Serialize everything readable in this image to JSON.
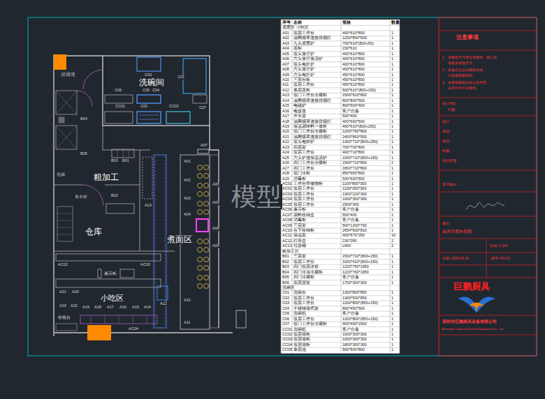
{
  "diagram": {
    "labels": [
      "排烟道",
      "洗碗间",
      "C03",
      "C01",
      "C06",
      "C05",
      "C04",
      "CC01",
      "C02",
      "CC02",
      "C07",
      "B04",
      "B05",
      "B03",
      "B01",
      "粗加工",
      "地漏",
      "更衣柜",
      "B02",
      "仓库",
      "A07",
      "A01",
      "A02",
      "A03",
      "A04",
      "A05",
      "A06",
      "A08",
      "A09",
      "煮面区",
      "A13",
      "AC02",
      "AC03",
      "展示柜",
      "小吃区",
      "A21",
      "A20",
      "A12",
      "A10",
      "A23",
      "A19",
      "A18",
      "A17",
      "A16",
      "A15",
      "A14",
      "A22",
      "收银台",
      "A11",
      "AC04",
      "模型",
      "序号",
      "名称",
      "规格",
      "数量",
      "煮面区 小吃区",
      "A01",
      "双层工作台",
      "400*610*800",
      "1",
      "A02",
      "油网烟罩连接排烟灯",
      "1200*800*500",
      "1",
      "A03",
      "九头煮面炉",
      "700*610*(800+50)",
      "1",
      "A04",
      "蒸柜",
      "230*610",
      "1",
      "A05",
      "双头煲仔炉",
      "400*610*800",
      "1",
      "A06",
      "六头煲仔煲汤炉",
      "400*610*800",
      "1",
      "A07",
      "双头电扒炉",
      "400*610*800",
      "1",
      "A08",
      "六头煲仔炉",
      "400*610*800",
      "1",
      "A09",
      "六头电扒炉",
      "450*610*800",
      "1",
      "A10",
      "三层台板",
      "450*610*800",
      "1",
      "A11",
      "双层工作台",
      "450*610*800",
      "1",
      "A12",
      "单层蒸柜",
      "500*610*(800+150)",
      "1",
      "A13",
      "双门工作台冷藏柜",
      "1500*610*800",
      "1",
      "A14",
      "油网烟罩连接排烟灯",
      "800*800*500",
      "1",
      "A15",
      "电磁炉",
      "800*600*400",
      "1",
      "A16",
      "电饭煲",
      "客户自备",
      "1",
      "A17",
      "开水器",
      "500*400",
      "1",
      "A18",
      "油网烟罩连接排烟灯",
      "400*600*500",
      "1",
      "A19",
      "保温调味料一体柜",
      "400*610*(800+250)",
      "1",
      "A20",
      "双门工作台冷藏柜",
      "1200*760*800",
      "1",
      "A21",
      "油网烟罩连接排烟灯",
      "2400*800*500",
      "1",
      "A22",
      "双头电炒炉",
      "1300*710*(800+250)",
      "1",
      "A23",
      "四层架",
      "700*700*800",
      "1",
      "A24",
      "双层工作台",
      "400*710*800",
      "1",
      "A25",
      "六头炉连保温汤炉",
      "1000*710*(800+150)",
      "1",
      "A26",
      "四门工作台冷藏柜",
      "1500*710*800",
      "2",
      "A27",
      "四门工作台",
      "1800*710*800",
      "1",
      "A28",
      "双门冷柜",
      "850*650*800",
      "1",
      "A29",
      "消毒柜",
      "500*600*800",
      "1",
      "AC01",
      "工作台带储物柜",
      "1100*800*300",
      "1",
      "AC02",
      "双层工作台",
      "1100*300*300",
      "1",
      "AC03",
      "双层工作台",
      "1300*220*300",
      "1",
      "AC04",
      "双层工作台",
      "1000*300*300",
      "1",
      "AC05",
      "双层工作台",
      "1500*300",
      "1",
      "AC06",
      "展示柜",
      "客户自备",
      "1",
      "AC07",
      "调料收纳盒",
      "550*400",
      "1",
      "AC08",
      "消毒柜",
      "客户自备",
      "1",
      "AC09",
      "三层架",
      "500*1200*700",
      "1",
      "AC10",
      "台下收纳柜",
      "2654*600*810",
      "1",
      "AC11",
      "保温架",
      "400*670*250",
      "10",
      "AC12",
      "灯筒盒",
      "230*280",
      "2",
      "AC13",
      "垃圾桶",
      "L600",
      "2",
      "粗加工区",
      "B01",
      "三层架",
      "1500*710*(800+150)",
      "1",
      "B02",
      "双层工作台",
      "1000*410*(800+150)",
      "1",
      "B03",
      "四门双层冰箱",
      "1220*760*1950",
      "1",
      "B04",
      "四门冷冻冷藏柜",
      "1220*760*1950",
      "1",
      "B05",
      "四门冷藏柜",
      "客户自备",
      "1",
      "B06",
      "双层货架",
      "1700*300*300",
      "1",
      "洗碗区",
      "C01",
      "洗碗台",
      "1300*800*850",
      "1",
      "C02",
      "双层工作台",
      "1300*500*850",
      "1",
      "C03",
      "双层工作台",
      "1200*800*(850+150)",
      "1",
      "C04",
      "不锈钢墙式架",
      "800*450*500",
      "1",
      "C05",
      "洗碗机",
      "客户自备",
      "1",
      "C06",
      "双层工作台",
      "1200*800*(850+150)",
      "1",
      "C07",
      "双门工作台冷藏柜",
      "900*450*1500",
      "1",
      "CC01",
      "洗碗机",
      "客户自备",
      "1",
      "CC02",
      "双层墙柜",
      "1000*300*300",
      "1",
      "CC03",
      "双层墙柜",
      "1000*300*300",
      "1",
      "CC04",
      "双层墙柜",
      "1800*300*300",
      "1",
      "CC05",
      "单层池",
      "500*500*800",
      "1",
      "注意事项",
      "1、本图纸尺寸单位为毫米，施工前",
      "请核实现场尺寸。",
      "2、设备定位以本图纸为准，",
      "水电需按图预留。",
      "3、本图纸版权归本公司所有，",
      "未经许可不得复制。",
      "设计单位:",
      "巨鹏",
      "设计:",
      "审核:",
      "校对:",
      "制图:",
      "项目经理:",
      "客户确认:",
      "图名:",
      "厨房平面布局图",
      "比例: 1:100",
      "日期: 2023.06.15",
      "图号: KS-01",
      "巨鹏厨具",
      "深圳市巨鹏厨具设备有限公司",
      "Shenzhen Jupeng Kitchen Equipment Co., Ltd"
    ]
  }
}
